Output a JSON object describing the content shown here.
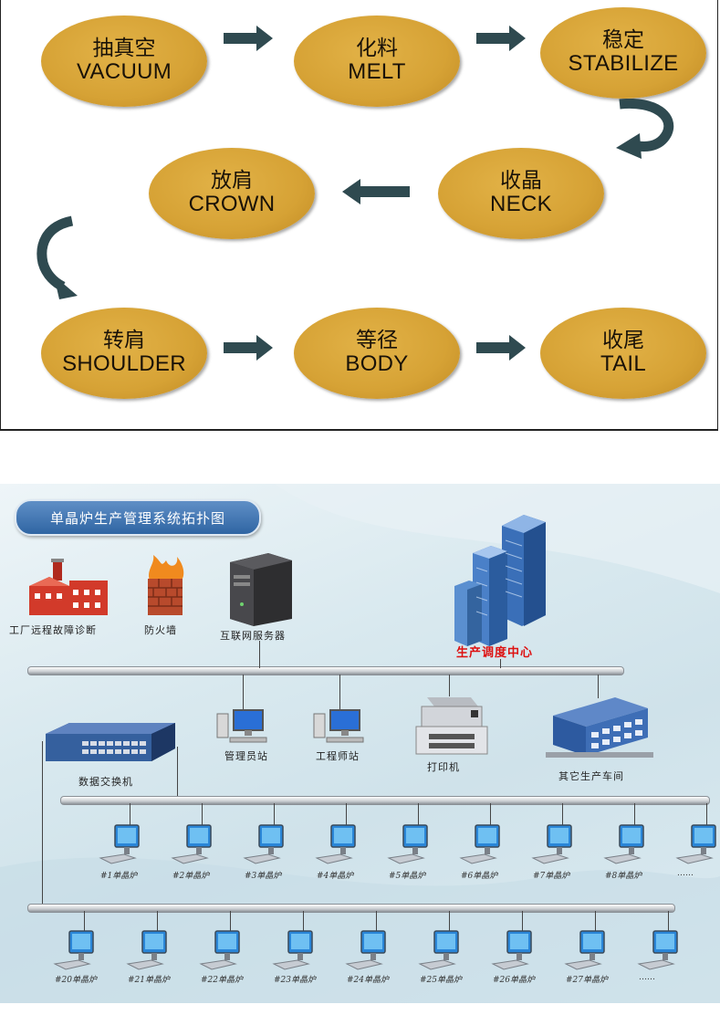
{
  "flow": {
    "stages": [
      {
        "id": "vacuum",
        "zh": "抽真空",
        "en": "VACUUM"
      },
      {
        "id": "melt",
        "zh": "化料",
        "en": "MELT"
      },
      {
        "id": "stabilize",
        "zh": "稳定",
        "en": "STABILIZE"
      },
      {
        "id": "neck",
        "zh": "收晶",
        "en": "NECK"
      },
      {
        "id": "crown",
        "zh": "放肩",
        "en": "CROWN"
      },
      {
        "id": "shoulder",
        "zh": "转肩",
        "en": "SHOULDER"
      },
      {
        "id": "body",
        "zh": "等径",
        "en": "BODY"
      },
      {
        "id": "tail",
        "zh": "收尾",
        "en": "TAIL"
      }
    ],
    "colors": {
      "stage_fill": "#d6a235",
      "arrow": "#2f4a50"
    }
  },
  "network": {
    "title": "单晶炉生产管理系统拓扑图",
    "nodes": {
      "factory": "工厂远程故障诊断",
      "firewall": "防火墙",
      "server": "互联网服务器",
      "dispatch": "生产调度中心",
      "manager": "管理员站",
      "engineer": "工程师站",
      "printer": "打印机",
      "workshop": "其它生产车间",
      "switch": "数据交换机"
    },
    "row1_terminals": [
      "#1单晶炉",
      "#2单晶炉",
      "#3单晶炉",
      "#4单晶炉",
      "#5单晶炉",
      "#6单晶炉",
      "#7单晶炉",
      "#8单晶炉",
      "……"
    ],
    "row2_terminals": [
      "#20单晶炉",
      "#21单晶炉",
      "#22单晶炉",
      "#23单晶炉",
      "#24单晶炉",
      "#25单晶炉",
      "#26单晶炉",
      "#27单晶炉",
      "……"
    ],
    "colors": {
      "title_pill": "#2f65a3",
      "dispatch_label": "#dd1111",
      "building": "#3a6fb8",
      "factory": "#d23a2a"
    }
  }
}
